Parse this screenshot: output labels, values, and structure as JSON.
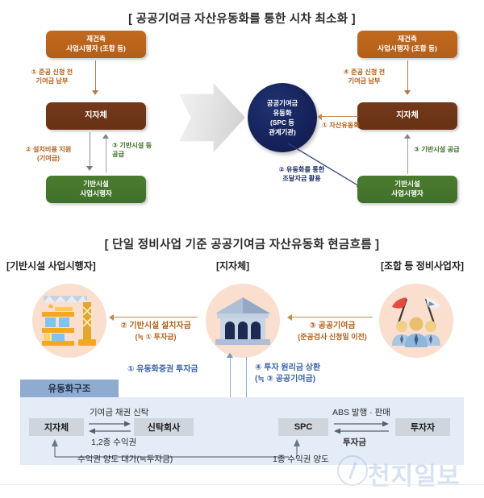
{
  "top_diagram": {
    "title": "[ 공공기여금 자산유동화를 통한 시차 최소화 ]",
    "left": {
      "box_developer": "재건축\n사업시행자 (조합 등)",
      "box_municipality": "지자체",
      "box_infra": "기반시설\n사업시행자",
      "flow1": "① 준공 신청 전\n기여금 납부",
      "flow2": "② 설치비용 지원\n(기여금)",
      "flow3": "③ 기반시설 등\n공급"
    },
    "right": {
      "box_developer": "재건축\n사업시행자 (조합 등)",
      "box_municipality": "지자체",
      "box_infra": "기반시설\n사업시행자",
      "circle": "공공기여금\n유동화\n(SPC 등\n관계기관)",
      "flow4": "④ 준공 신청 전\n기여금 납부",
      "flow1": "① 자산유동화",
      "flow2": "② 유동화를 통한\n조달자금 활용",
      "flow3": "③ 기반시설 공급"
    }
  },
  "bottom_diagram": {
    "title": "[ 단일 정비사업 기준 공공기여금 자산유동화 현금흐름 ]",
    "columns": [
      {
        "header": "[기반시설 사업시행자]",
        "icon": "construction-crane-icon"
      },
      {
        "header": "[지자체]",
        "icon": "government-building-icon"
      },
      {
        "header": "[조합 등 정비사업자]",
        "icon": "people-group-flags-icon"
      }
    ],
    "flows": {
      "f2_line1": "② 기반시설 설치자금",
      "f2_line2": "(≒ ① 투자금)",
      "f3_line1": "③ 공공기여금",
      "f3_line2": "(준공검사 신청일 이전)",
      "f1": "① 유동화증권 투자금",
      "f4_line1": "④ 투자 원리금 상환",
      "f4_line2": "(≒ ③ 공공기여금)"
    },
    "structure": {
      "tab_label": "유동화구조",
      "nodes": {
        "municipality": "지자체",
        "trust_company": "신탁회사",
        "spc": "SPC",
        "investor": "투자자"
      },
      "labels": {
        "trust_top": "기여금 채권 신탁",
        "trust_bottom": "1,2종 수익권",
        "abs_top": "ABS 발행 · 판매",
        "abs_bottom": "투자금",
        "return_left": "수익권 양도 대가(≒투자금)",
        "return_right": "1종 수익권 양도"
      }
    }
  },
  "watermark": {
    "text": "천지일보"
  },
  "colors": {
    "orange": "#b35f1a",
    "brown": "#683115",
    "green": "#41702a",
    "navy": "#15225a",
    "panel_blue": "#e3ecf7",
    "tab_blue": "#8fabd0",
    "icon_peach": "#fadfcf"
  }
}
